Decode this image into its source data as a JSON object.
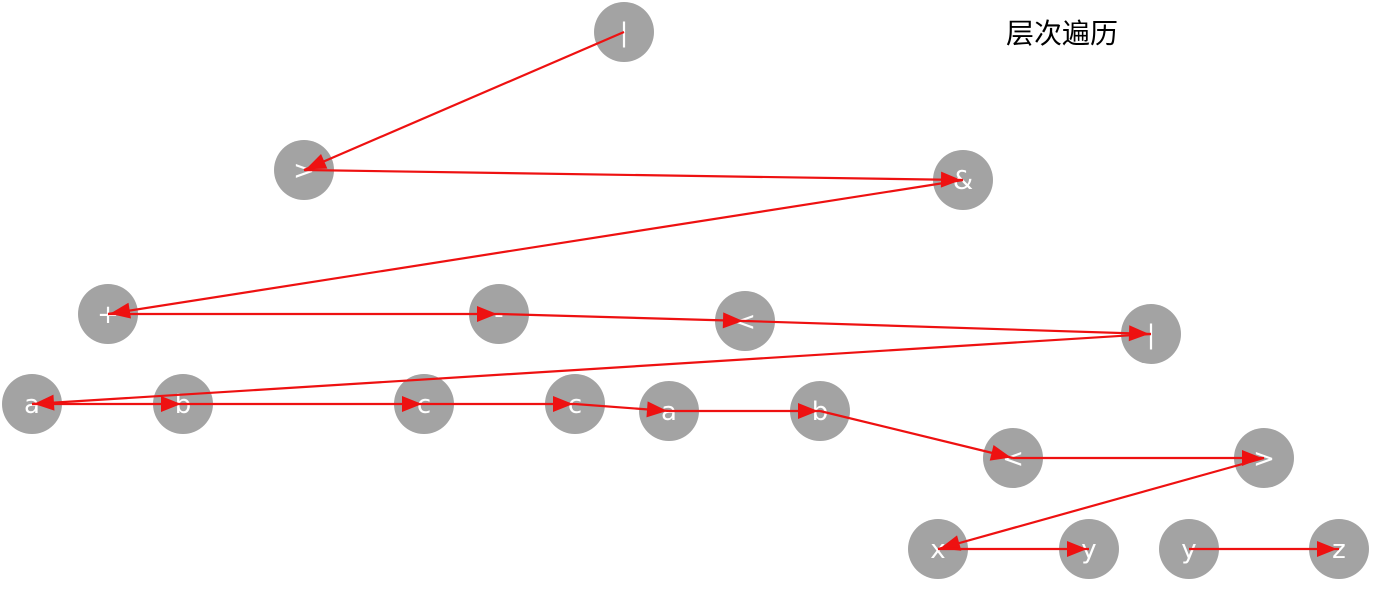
{
  "title": "层次遍历",
  "colors": {
    "node": "#a3a3a3",
    "edge": "#ee1111",
    "label": "#ffffff"
  },
  "nodes": [
    {
      "id": "n1",
      "label": "|"
    },
    {
      "id": "n2",
      "label": ">"
    },
    {
      "id": "n3",
      "label": "&"
    },
    {
      "id": "n4",
      "label": "+"
    },
    {
      "id": "n5",
      "label": "-"
    },
    {
      "id": "n6",
      "label": "<"
    },
    {
      "id": "n7",
      "label": "|"
    },
    {
      "id": "n8",
      "label": "a"
    },
    {
      "id": "n9",
      "label": "b"
    },
    {
      "id": "n10",
      "label": "c"
    },
    {
      "id": "n11",
      "label": "c"
    },
    {
      "id": "n12",
      "label": "a"
    },
    {
      "id": "n13",
      "label": "b"
    },
    {
      "id": "n14",
      "label": "<"
    },
    {
      "id": "n15",
      "label": ">"
    },
    {
      "id": "n16",
      "label": "x"
    },
    {
      "id": "n17",
      "label": "y"
    },
    {
      "id": "n18",
      "label": "y"
    },
    {
      "id": "n19",
      "label": "z"
    }
  ],
  "traversal_edges": [
    [
      "n1",
      "n2"
    ],
    [
      "n2",
      "n3"
    ],
    [
      "n3",
      "n4"
    ],
    [
      "n4",
      "n5"
    ],
    [
      "n5",
      "n6"
    ],
    [
      "n6",
      "n7"
    ],
    [
      "n7",
      "n8"
    ],
    [
      "n8",
      "n9"
    ],
    [
      "n9",
      "n10"
    ],
    [
      "n10",
      "n11"
    ],
    [
      "n11",
      "n12"
    ],
    [
      "n12",
      "n13"
    ],
    [
      "n13",
      "n14"
    ],
    [
      "n14",
      "n15"
    ],
    [
      "n15",
      "n16"
    ],
    [
      "n16",
      "n17"
    ],
    [
      "n18",
      "n19"
    ]
  ]
}
